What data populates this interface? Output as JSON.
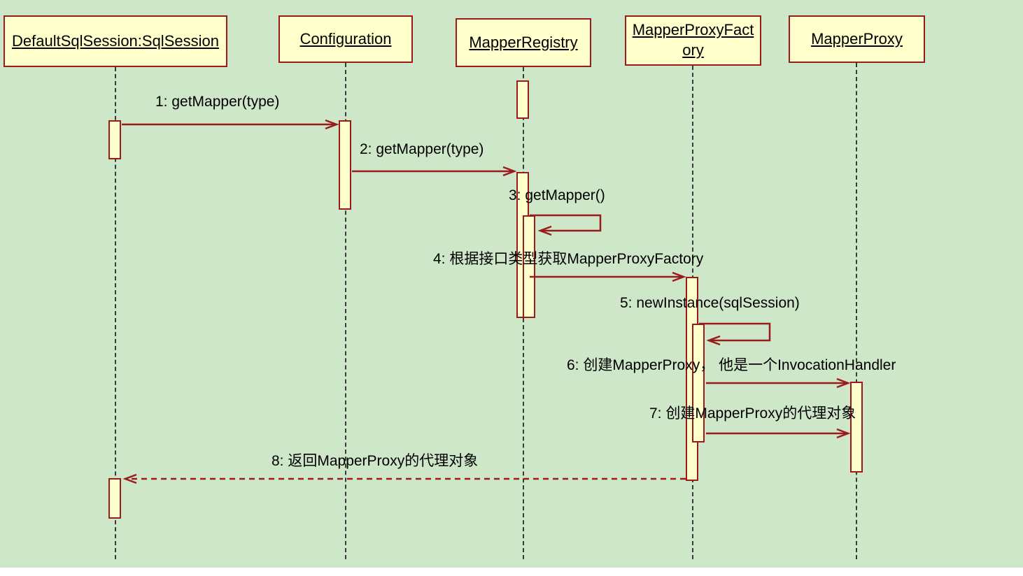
{
  "diagram": {
    "type": "uml-sequence",
    "background_color": "#cde7c8",
    "box_fill_color": "#ffffcc",
    "line_color": "#9a1b1b",
    "text_color": "#000000"
  },
  "participants": [
    {
      "label": "DefaultSqlSession:SqlSession"
    },
    {
      "label": "Configuration"
    },
    {
      "label": "MapperRegistry"
    },
    {
      "label": "MapperProxyFactory"
    },
    {
      "label": "MapperProxy"
    }
  ],
  "messages": [
    {
      "label": "1: getMapper(type)",
      "from": "DefaultSqlSession:SqlSession",
      "to": "Configuration",
      "style": "solid-call"
    },
    {
      "label": "2: getMapper(type)",
      "from": "Configuration",
      "to": "MapperRegistry",
      "style": "solid-call"
    },
    {
      "label": "3: getMapper()",
      "from": "MapperRegistry",
      "to": "MapperRegistry",
      "style": "self-call"
    },
    {
      "label": "4: 根据接口类型获取MapperProxyFactory",
      "from": "MapperRegistry",
      "to": "MapperProxyFactory",
      "style": "solid-call"
    },
    {
      "label": "5: newInstance(sqlSession)",
      "from": "MapperProxyFactory",
      "to": "MapperProxyFactory",
      "style": "self-call"
    },
    {
      "label": "6: 创建MapperProxy， 他是一个InvocationHandler",
      "from": "MapperProxyFactory",
      "to": "MapperProxy",
      "style": "solid-call"
    },
    {
      "label": "7: 创建MapperProxy的代理对象",
      "from": "MapperProxyFactory",
      "to": "MapperProxy",
      "style": "solid-call"
    },
    {
      "label": "8: 返回MapperProxy的代理对象",
      "from": "MapperProxyFactory",
      "to": "DefaultSqlSession:SqlSession",
      "style": "dashed-return"
    }
  ]
}
